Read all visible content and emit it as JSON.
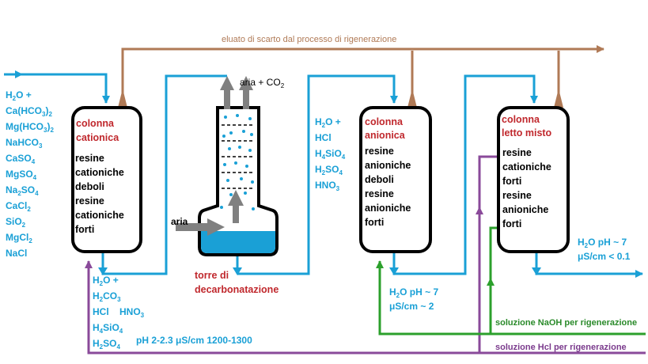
{
  "title_eluate": "eluato di scarto dal processo di rigenerazione",
  "colors": {
    "water": "#1aa0d6",
    "brown": "#b07a56",
    "green": "#2ca02c",
    "purple": "#8a4a9a",
    "label_red": "#c0282d",
    "gray": "#808080"
  },
  "feed": {
    "lines": [
      {
        "main": "H",
        "sub": "2",
        "rest": "O  +"
      },
      {
        "main": "Ca(HCO",
        "sub": "3",
        "rest": ")",
        "sub2": "2"
      },
      {
        "main": "Mg(HCO",
        "sub": "3",
        "rest": ")",
        "sub2": "2"
      },
      {
        "main": "NaHCO",
        "sub": "3",
        "rest": ""
      },
      {
        "main": "CaSO",
        "sub": "4",
        "rest": ""
      },
      {
        "main": "MgSO",
        "sub": "4",
        "rest": ""
      },
      {
        "main": "Na",
        "sub": "2",
        "rest": "SO",
        "sub2": "4"
      },
      {
        "main": "CaCl",
        "sub": "2",
        "rest": ""
      },
      {
        "main": "SiO",
        "sub": "2",
        "rest": ""
      },
      {
        "main": "MgCl",
        "sub": "2",
        "rest": ""
      },
      {
        "main": "NaCl",
        "sub": "",
        "rest": ""
      }
    ]
  },
  "col1": {
    "title": [
      "colonna",
      "cationica"
    ],
    "body": [
      "resine",
      "cationiche",
      "deboli",
      "resine",
      "cationiche",
      "forti"
    ]
  },
  "col1_out": {
    "lines": [
      {
        "main": "H",
        "sub": "2",
        "rest": "O +"
      },
      {
        "main": "H",
        "sub": "2",
        "rest": "CO",
        "sub2": "3"
      },
      {
        "main": "HCl    HNO",
        "sub": "3",
        "rest": ""
      },
      {
        "main": "H",
        "sub": "4",
        "rest": "SiO",
        "sub2": "4"
      },
      {
        "main": "H",
        "sub": "2",
        "rest": "SO",
        "sub2": "4"
      }
    ],
    "quality": "pH 2-2.3  μS/cm 1200-1300"
  },
  "tower": {
    "gas_out": {
      "main": "aria + CO",
      "sub": "2"
    },
    "air_in": "aria",
    "label": [
      "torre di",
      "decarbonatazione"
    ]
  },
  "col2_in": {
    "lines": [
      {
        "main": "H",
        "sub": "2",
        "rest": "O +"
      },
      {
        "main": "HCl",
        "sub": "",
        "rest": ""
      },
      {
        "main": "H",
        "sub": "4",
        "rest": "SiO",
        "sub2": "4"
      },
      {
        "main": "H",
        "sub": "2",
        "rest": "SO",
        "sub2": "4"
      },
      {
        "main": "HNO",
        "sub": "3",
        "rest": ""
      }
    ]
  },
  "col2": {
    "title": [
      "colonna",
      "anionica"
    ],
    "body": [
      "resine",
      "anioniche",
      "deboli",
      "resine",
      "anioniche",
      "forti"
    ]
  },
  "col2_out": {
    "l1": {
      "main": "H",
      "sub": "2",
      "rest": "O  pH ~ 7"
    },
    "l2": "μS/cm ~ 2"
  },
  "col3": {
    "title": [
      "colonna",
      "letto misto"
    ],
    "body": [
      "resine",
      "cationiche",
      "forti",
      "resine",
      "anioniche",
      "forti"
    ]
  },
  "col3_out": {
    "l1": {
      "main": "H",
      "sub": "2",
      "rest": "O  pH ~ 7"
    },
    "l2": "μS/cm < 0.1"
  },
  "regen_naoh": "soluzione NaOH per rigenerazione",
  "regen_hcl": "soluzione Hcl per rigenerazione"
}
